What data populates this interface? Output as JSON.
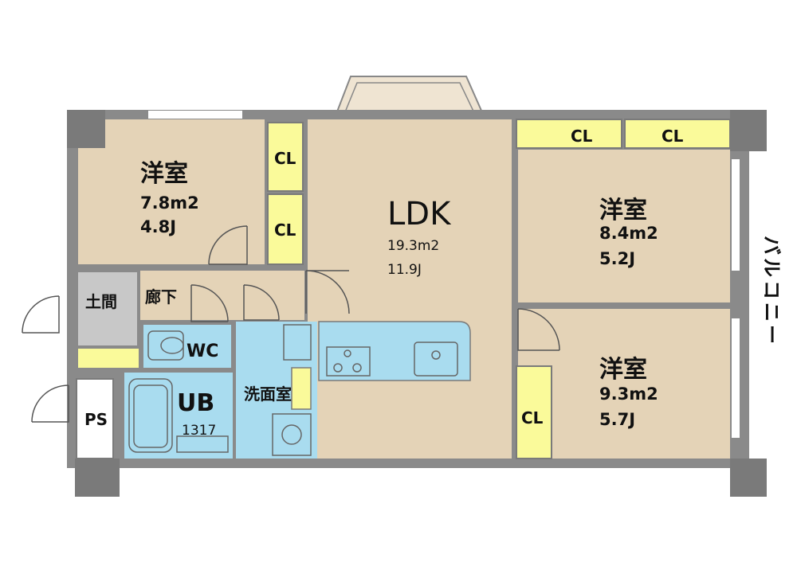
{
  "rooms": {
    "western_1": {
      "name": "洋室",
      "area": "7.8m2",
      "jo": "4.8J"
    },
    "western_2": {
      "name": "洋室",
      "area": "8.4m2",
      "jo": "5.2J"
    },
    "western_3": {
      "name": "洋室",
      "area": "9.3m2",
      "jo": "5.7J"
    },
    "ldk": {
      "name": "LDK",
      "area": "19.3m2",
      "jo": "11.9J"
    },
    "doma": {
      "name": "土間"
    },
    "hallway": {
      "name": "廊下"
    },
    "wc": {
      "name": "WC"
    },
    "ub": {
      "name": "UB",
      "size": "1317"
    },
    "washroom": {
      "name": "洗面室"
    },
    "ps": {
      "name": "PS"
    }
  },
  "closets": {
    "cl1": "CL",
    "cl2": "CL",
    "cl3": "CL",
    "cl4": "CL",
    "cl5": "CL"
  },
  "balcony": {
    "chars": [
      "バ",
      "ル",
      "コ",
      "ニ",
      "ー"
    ]
  },
  "colors": {
    "room_fill": "#e4d3b7",
    "hall_fill": "#e4d3b7",
    "wall": "#7a7a7a",
    "closet_fill": "#fafa9a",
    "water_fill": "#a9dcef",
    "doma_fill": "#c8c8c8"
  }
}
